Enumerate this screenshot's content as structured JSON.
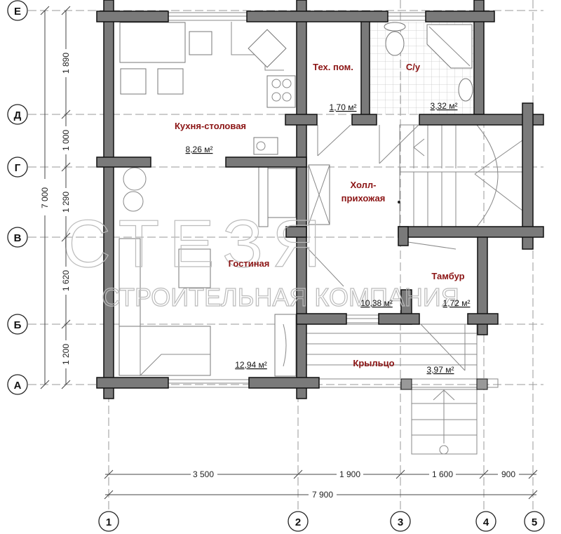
{
  "axes": {
    "rows": [
      "Е",
      "Д",
      "Г",
      "В",
      "Б",
      "А"
    ],
    "cols": [
      "1",
      "2",
      "3",
      "4",
      "5"
    ]
  },
  "dimensions": {
    "left_total": "7 000",
    "left": [
      "1 890",
      "1 000",
      "1 290",
      "1 620",
      "1 200"
    ],
    "bottom": [
      "3 500",
      "1 900",
      "1 600",
      "900"
    ],
    "bottom_total": "7 900"
  },
  "rooms": {
    "kitchen": {
      "name": "Кухня-столовая",
      "area": "8,26 м²"
    },
    "tech": {
      "name": "Тех. пом.",
      "area": "1,70 м²"
    },
    "wc": {
      "name": "С/у",
      "area": "3,32 м²"
    },
    "hall": {
      "name1": "Холл-",
      "name2": "прихожая",
      "area": "10,38 м²"
    },
    "living": {
      "name": "Гостиная",
      "area": "12,94 м²"
    },
    "tambur": {
      "name": "Тамбур",
      "area": "1,72 м²"
    },
    "porch": {
      "name": "Крыльцо",
      "area": "3,97 м²"
    }
  },
  "watermark": {
    "brand": "СТЕЗЯ",
    "subtitle": "СТРОИТЕЛЬНАЯ КОМПАНИЯ"
  },
  "colors": {
    "room_label": "#8b1414",
    "wall": "#7a7a7a"
  }
}
